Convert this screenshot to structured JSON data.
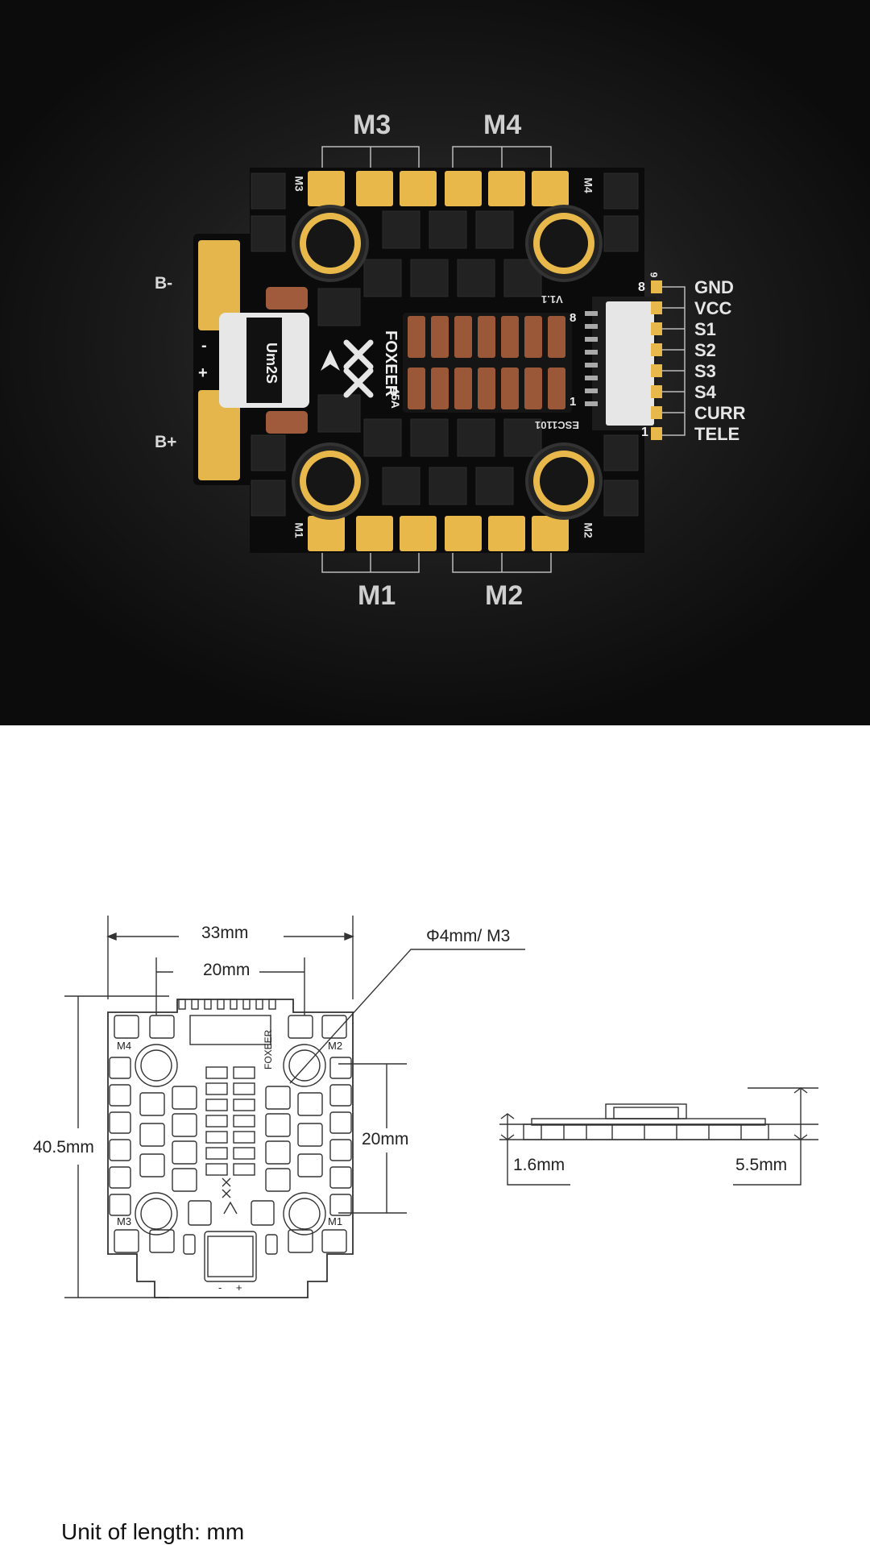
{
  "photo": {
    "motor_labels": {
      "m3": "M3",
      "m4": "M4",
      "m1": "M1",
      "m2": "M2"
    },
    "battery_labels": {
      "negative": "B-",
      "positive": "B+"
    },
    "pinout": [
      "GND",
      "VCC",
      "S1",
      "S2",
      "S3",
      "S4",
      "CURR",
      "TELE"
    ],
    "silkscreen": {
      "brand": "FOXEER",
      "rating": "45A",
      "model": "ESC1101",
      "version": "V1.1",
      "pin_high": "8",
      "pin_low": "1",
      "pin_high_alt": "9",
      "inductor": "Um2S",
      "minus": "-",
      "plus": "+",
      "m3": "M3",
      "m4": "M4",
      "m1": "M1",
      "m2": "M2"
    },
    "colors": {
      "pad_gold": "#e8b84a",
      "pcb": "#0d0d0d",
      "capacitor": "#a05a3c"
    }
  },
  "drawing": {
    "unit_label": "Unit of length: mm",
    "dim_width": "33mm",
    "dim_mount_x": "20mm",
    "dim_hole": "Φ4mm/ M3",
    "dim_height": "40.5mm",
    "dim_mount_y": "20mm",
    "dim_pcb_thickness": "1.6mm",
    "dim_total_height": "5.5mm",
    "corner_labels": {
      "tl": "M4",
      "tr": "M2",
      "bl": "M3",
      "br": "M1"
    },
    "brand": "FOXEER",
    "minus": "-",
    "plus": "+"
  }
}
